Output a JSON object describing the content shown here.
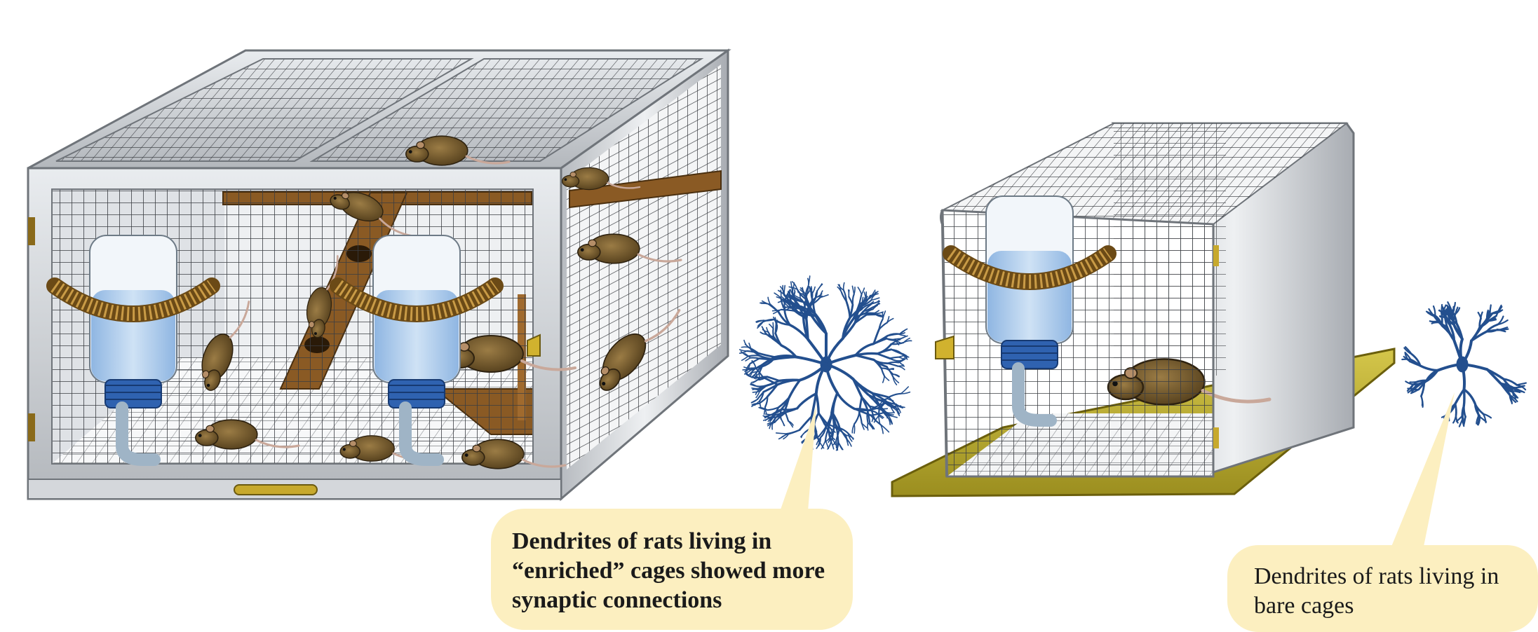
{
  "callouts": {
    "enriched": {
      "lines": [
        "Dendrites of rats living in",
        "“enriched” cages showed more",
        "synaptic connections"
      ]
    },
    "bare": {
      "lines": [
        "Dendrites of rats living in",
        "bare cages"
      ]
    }
  },
  "colors": {
    "frame": "#c9ccd0",
    "frame_edge": "#6f747a",
    "mesh": "#3a3d42",
    "ramp": "#8a5a24",
    "water": "#a9c9ea",
    "bottle_cap": "#2f62b0",
    "rat": "#6b5228",
    "dendrite": "#234f8e",
    "callout": "#fcefc0",
    "tray": "#b9aa2c"
  },
  "icons": [
    "cage-icon",
    "water-bottle-icon",
    "rat-icon",
    "dendrite-icon",
    "ladder-icon"
  ]
}
